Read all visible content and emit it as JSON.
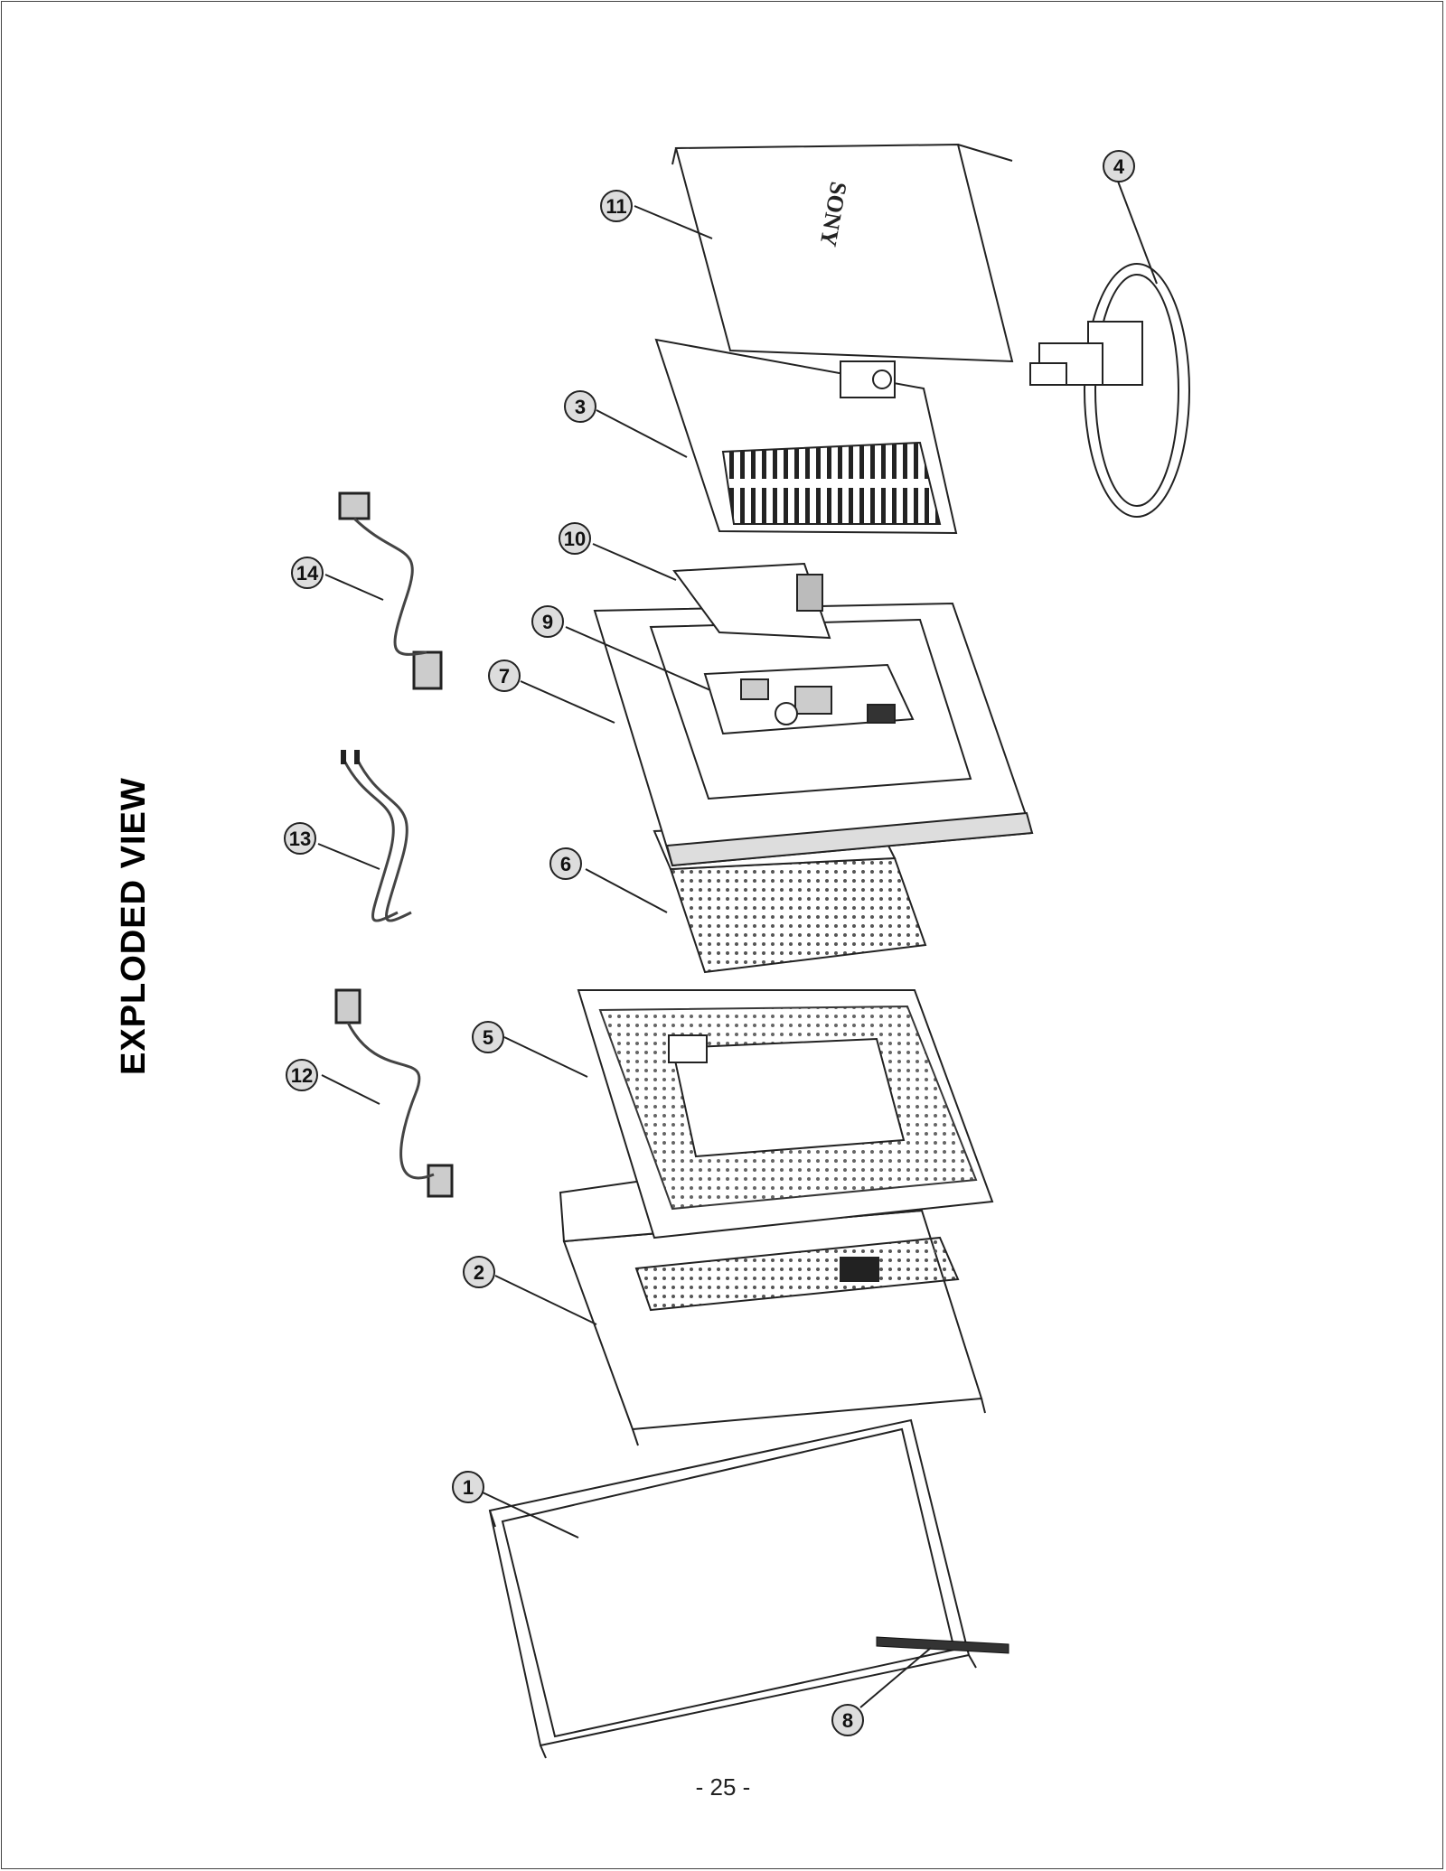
{
  "title": "EXPLODED VIEW",
  "brand": "SONY",
  "page_number": "- 25 -",
  "callouts": [
    {
      "label": "1"
    },
    {
      "label": "2"
    },
    {
      "label": "3"
    },
    {
      "label": "4"
    },
    {
      "label": "5"
    },
    {
      "label": "6"
    },
    {
      "label": "7"
    },
    {
      "label": "8"
    },
    {
      "label": "9"
    },
    {
      "label": "10"
    },
    {
      "label": "11"
    },
    {
      "label": "12"
    },
    {
      "label": "13"
    },
    {
      "label": "14"
    }
  ]
}
